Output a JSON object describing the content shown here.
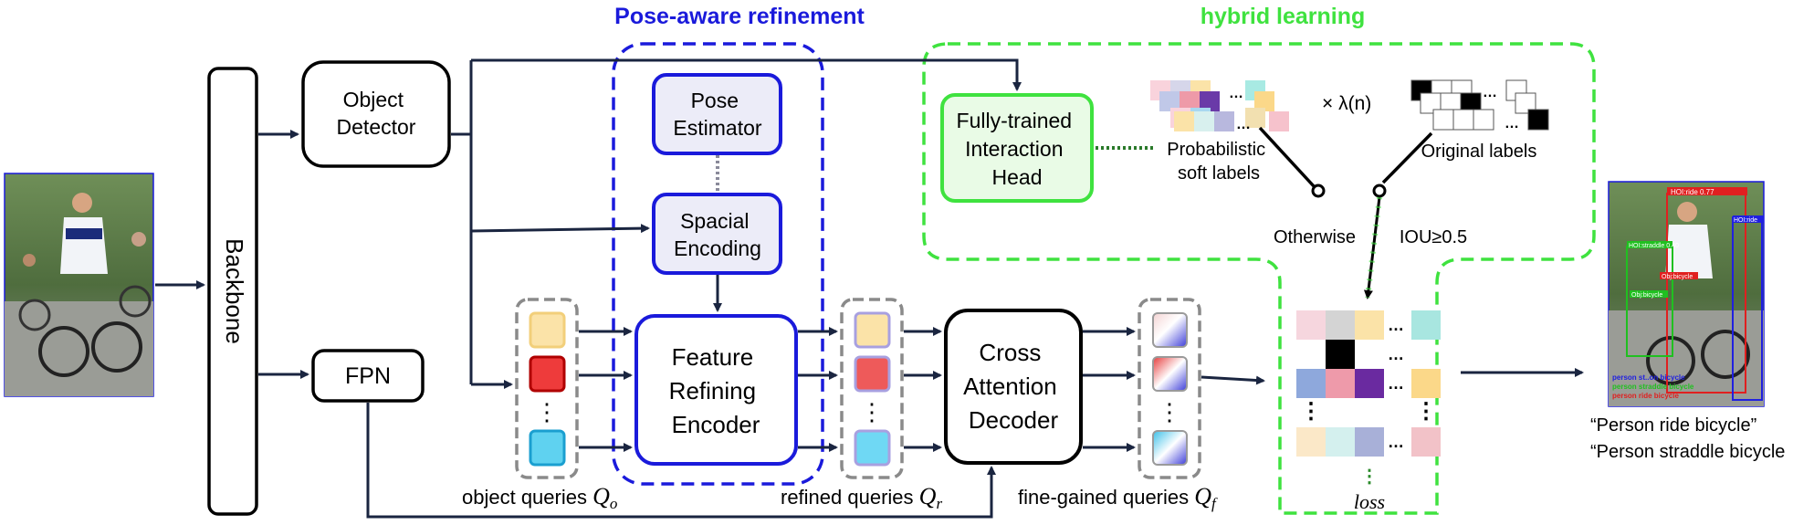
{
  "sections": {
    "pose_aware": "Pose-aware refinement",
    "hybrid": "hybrid learning"
  },
  "blocks": {
    "backbone": "Backbone",
    "object_detector": [
      "Object",
      "Detector"
    ],
    "fpn": "FPN",
    "pose_estimator": [
      "Pose",
      "Estimator"
    ],
    "spacial_encoding": [
      "Spacial",
      "Encoding"
    ],
    "feature_refining_encoder": [
      "Feature",
      "Refining",
      "Encoder"
    ],
    "cross_attention_decoder": [
      "Cross",
      "Attention",
      "Decoder"
    ],
    "interaction_head": [
      "Fully-trained",
      "Interaction",
      "Head"
    ]
  },
  "labels": {
    "object_queries": "object queries ",
    "object_queries_sym": "Q",
    "object_queries_sub": "o",
    "refined_queries": "refined queries ",
    "refined_queries_sym": "Q",
    "refined_queries_sub": "r",
    "fine_queries": "fine-gained queries ",
    "fine_queries_sym": "Q",
    "fine_queries_sub": "f",
    "soft_labels": [
      "Probabilistic",
      "soft labels"
    ],
    "times_lambda": "× λ(n)",
    "original_labels": "Original labels",
    "otherwise": "Otherwise",
    "iou": "IOU≥0.5",
    "loss": "loss",
    "dots": "⋮",
    "hdots": "…"
  },
  "output": {
    "line1": "“Person ride bicycle”",
    "line2": "“Person straddle bicycle"
  },
  "detections": {
    "hoi_ride": "HOI:ride 0.77",
    "hoi_straddle": "HOI:straddle 0.40",
    "obj_bicycle": "Obj:bicycle",
    "obj_bicycle2": "Obj:bicycle",
    "hoi_ride_short": "HOI:ride",
    "caption_a": "person st..on bicycle",
    "caption_b": "person straddle bicycle",
    "caption_c": "person ride bicycle"
  },
  "colors": {
    "blue": "#1a1adb",
    "green": "#3fe23f",
    "gray": "#808080"
  }
}
